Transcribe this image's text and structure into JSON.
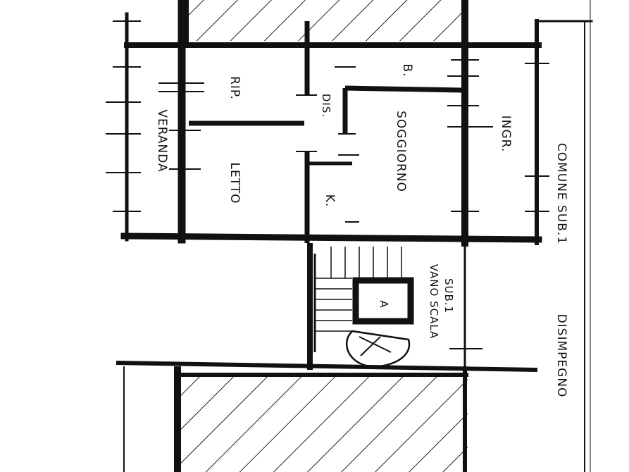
{
  "plan": {
    "rooms": {
      "veranda": "VERANDA",
      "rip": "RIP.",
      "dis": "DIS.",
      "bath": "B.",
      "soggiorno": "SOGGIORNO",
      "ingr": "INGR.",
      "letto": "LETTO",
      "kitchen": "K.",
      "stair_label_a": "A",
      "stair_label_line1": "VANO SCALA",
      "stair_label_line2": "SUB.1",
      "disimpegno": "DISIMPEGNO",
      "comune": "COMUNE SUB.1"
    },
    "colors": {
      "wall": "#111111",
      "hatch": "#222222",
      "paper": "#ffffff"
    }
  }
}
